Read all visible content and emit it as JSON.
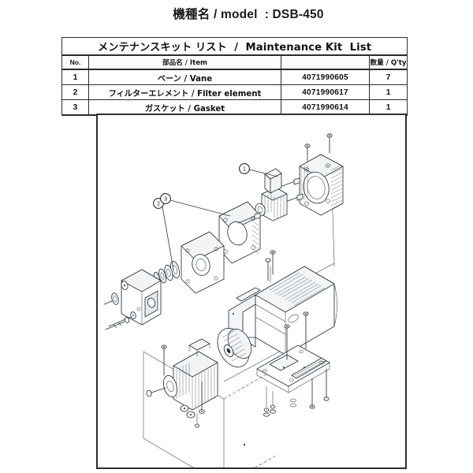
{
  "header": {
    "model_label_jp": "機種名",
    "slash": " / ",
    "model_label_en": "model",
    "colon": "  : ",
    "model_value": "DSB-450",
    "full_line": "機種名 / model   : DSB-450"
  },
  "table": {
    "title_jp": "メンテナンスキット リスト",
    "title_sep": "  /  ",
    "title_en": "Maintenance Kit  List",
    "title_full": "メンテナンスキット リスト  /  Maintenance Kit  List",
    "columns": {
      "no": "No.",
      "item": "部品名 / Item",
      "part_number": "",
      "qty": "数量 / Q'ty"
    },
    "rows": [
      {
        "no": "1",
        "item": "ベーン / Vane",
        "part_number": "4071990605",
        "qty": "7"
      },
      {
        "no": "2",
        "item": "フィルターエレメント / Filter element",
        "part_number": "4071990617",
        "qty": "1"
      },
      {
        "no": "3",
        "item": "ガスケット / Gasket",
        "part_number": "4071990614",
        "qty": "1"
      }
    ]
  },
  "diagram": {
    "name": "exploded-assembly-drawing",
    "description": "Exploded parts view of DSB-450 rotary vane vacuum pump assembly",
    "callouts": [
      {
        "id": "1",
        "label": "1",
        "refers_to": "ベーン / Vane"
      },
      {
        "id": "2",
        "label": "2",
        "refers_to": "フィルターエレメント / Filter element"
      },
      {
        "id": "3",
        "label": "3",
        "refers_to": "ガスケット / Gasket"
      }
    ]
  },
  "colors": {
    "page_background": "#ffffff",
    "text": "#121212",
    "table_border": "#2b2b2b",
    "diagram_border": "#2f2f2f",
    "diagram_line": "#24323c"
  }
}
